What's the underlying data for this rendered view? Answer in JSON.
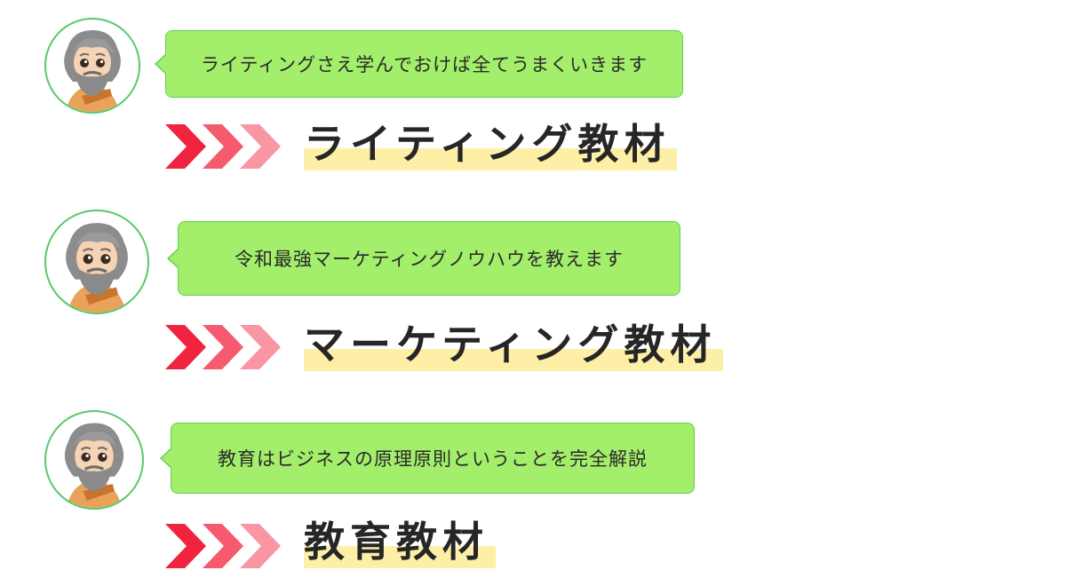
{
  "sections": [
    {
      "message": "ライティングさえ学んでおけば全てうまくいきます",
      "heading": "ライティング教材"
    },
    {
      "message": "令和最強マーケティングノウハウを教えます",
      "heading": "マーケティング教材"
    },
    {
      "message": "教育はビジネスの原理原則ということを完全解説",
      "heading": "教育教材"
    }
  ],
  "icons": {
    "avatar": "bearded-old-man-avatar-icon",
    "arrows": "triple-chevron-right-icon"
  },
  "colors": {
    "bubble": "#a3ee6b",
    "bubble_border": "#5fcf4f",
    "avatar_border": "#58c96a",
    "chevron_1": "#f0243f",
    "chevron_2": "#f55a6f",
    "chevron_3": "#f896a4",
    "highlight": "#fdf0a6",
    "heading_text": "#262626"
  }
}
